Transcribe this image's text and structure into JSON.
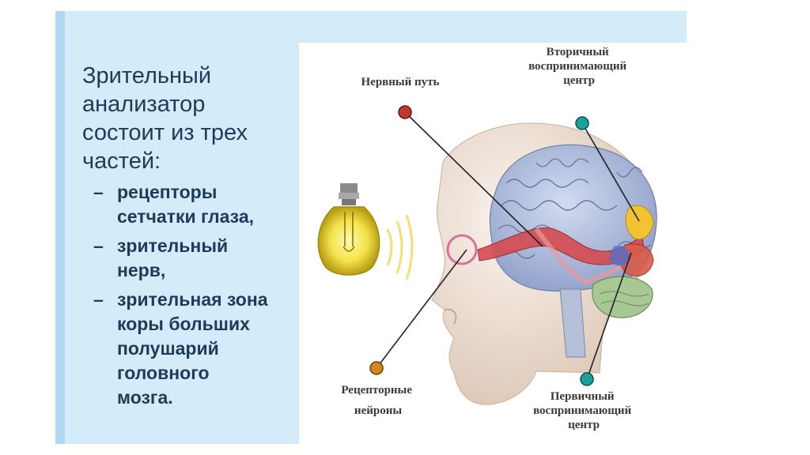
{
  "slide": {
    "title_lines": [
      "Зрительный",
      "анализатор",
      "состоит из трех",
      "частей:"
    ],
    "bullets": [
      {
        "dash": "–",
        "lines": [
          "рецепторы",
          "сетчатки глаза,"
        ]
      },
      {
        "dash": "–",
        "lines": [
          "зрительный",
          "нерв,"
        ]
      },
      {
        "dash": "–",
        "lines": [
          "зрительная зона",
          "коры больших",
          "полушарий",
          "головного",
          "мозга."
        ]
      }
    ]
  },
  "diagram": {
    "labels": {
      "nerve_path": [
        "Нервный путь"
      ],
      "secondary_center": [
        "Вторичный",
        "воспринимающий",
        "центр"
      ],
      "receptor_neurons": [
        "Рецепторные",
        "нейроны"
      ],
      "primary_center": [
        "Первичный",
        "воспринимающий",
        "центр"
      ]
    },
    "colors": {
      "marker_red": "#c0392b",
      "marker_teal": "#16a39a",
      "marker_orange": "#d4881c"
    }
  }
}
